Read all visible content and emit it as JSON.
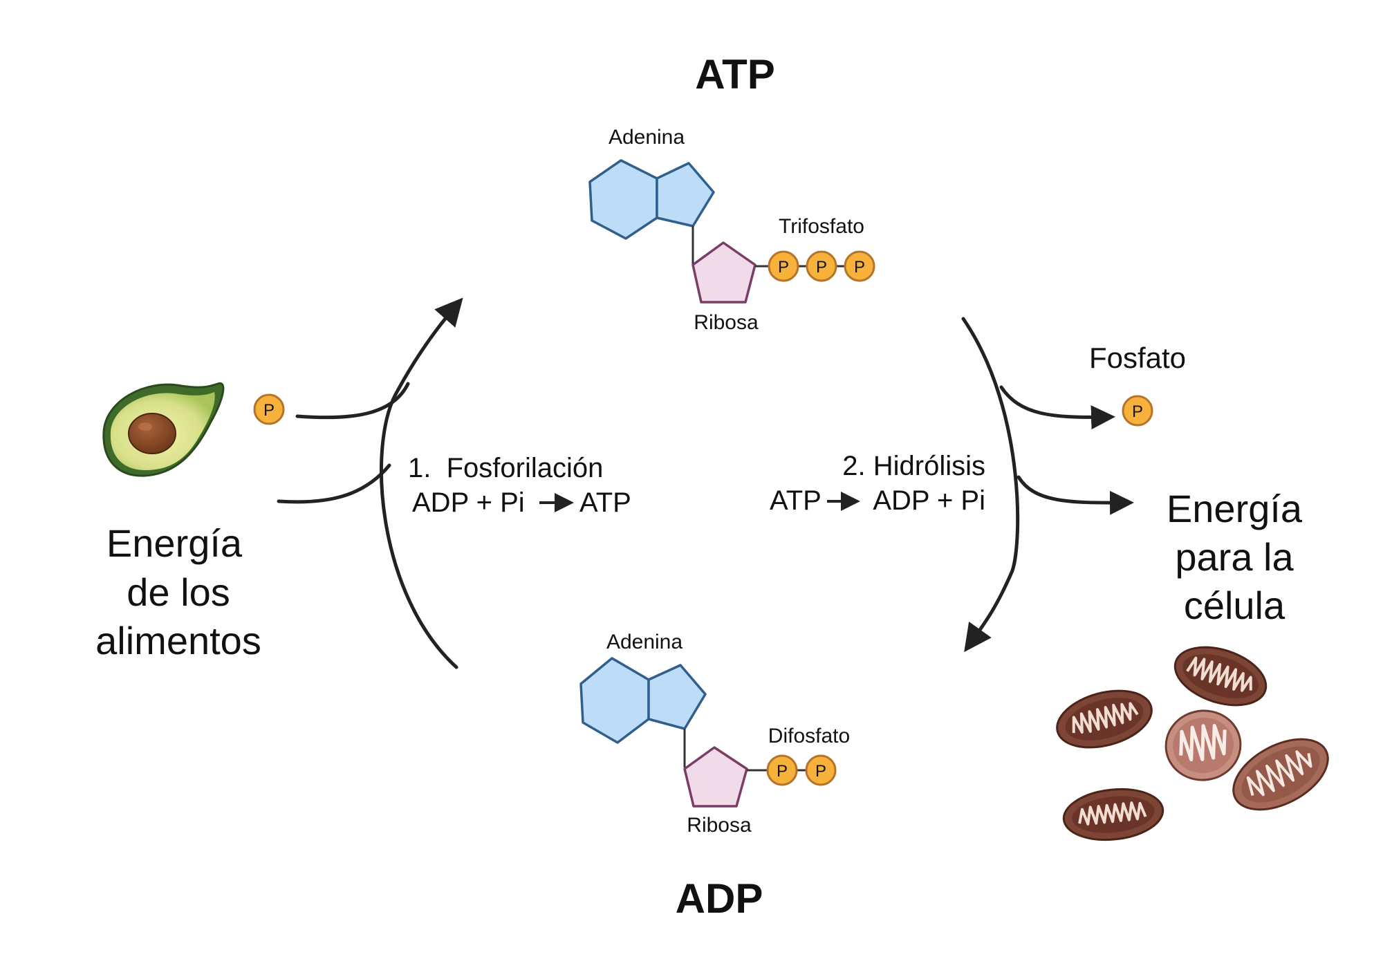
{
  "atp": {
    "title": "ATP",
    "adenine_label": "Adenina",
    "phosphate_label": "Trifosfato",
    "ribose_label": "Ribosa",
    "phosphate_symbol": "P"
  },
  "adp": {
    "title": "ADP",
    "adenine_label": "Adenina",
    "phosphate_label": "Difosfato",
    "ribose_label": "Ribosa",
    "phosphate_symbol": "P"
  },
  "phosphorylation": {
    "title": "1.  Fosforilación",
    "equation_left": "ADP + Pi",
    "equation_right": "ATP"
  },
  "hydrolysis": {
    "title": "2. Hidrólisis",
    "equation_left": "ATP",
    "equation_right": "ADP + Pi"
  },
  "food_energy": {
    "line1": "Energía",
    "line2": "de los",
    "line3": "alimentos",
    "phosphate_symbol": "P",
    "icon": "avocado-icon"
  },
  "released_phosphate": {
    "label": "Fosfato",
    "symbol": "P"
  },
  "cell_energy": {
    "line1": "Energía",
    "line2": "para la",
    "line3": "célula",
    "icon": "mitochondria-icon"
  },
  "colors": {
    "adenine": "#bcdcf7",
    "ribose": "#f2dbe9",
    "phosphate": "#f7b23b",
    "mitochondria": "#8a4a3c"
  }
}
